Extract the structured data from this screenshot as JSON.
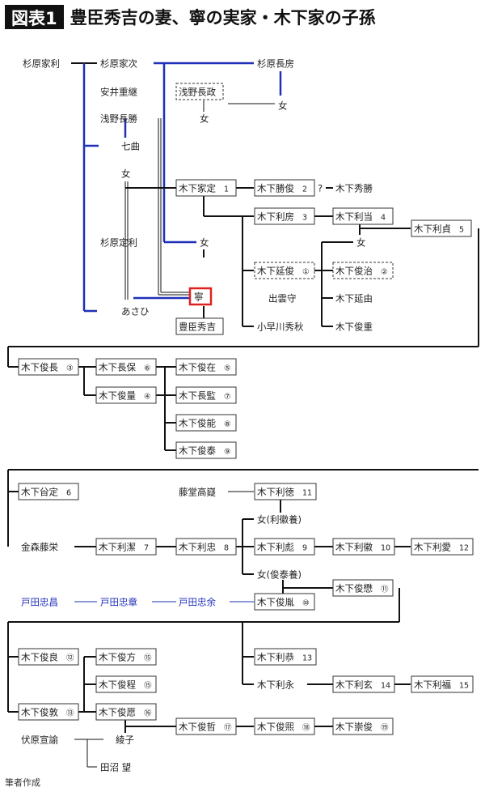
{
  "title": {
    "tag": "図表1",
    "text": "豊臣秀吉の妻、寧の実家・木下家の子孫"
  },
  "credit": "筆者作成",
  "colors": {
    "line": "#111111",
    "blue_line": "#1f2fb8",
    "blue_text": "#1f2fb8",
    "highlight": "#e02020",
    "box_border": "#333333"
  },
  "persons": [
    {
      "id": "p1",
      "name": "杉原家利",
      "num": ""
    },
    {
      "id": "p2",
      "name": "杉原家次",
      "num": ""
    },
    {
      "id": "p3",
      "name": "杉原長房",
      "num": ""
    },
    {
      "id": "p4",
      "name": "安井重継",
      "num": ""
    },
    {
      "id": "p5",
      "name": "浅野長政",
      "num": ""
    },
    {
      "id": "p6",
      "name": "女",
      "num": ""
    },
    {
      "id": "p7",
      "name": "浅野長勝",
      "num": ""
    },
    {
      "id": "p8",
      "name": "女",
      "num": ""
    },
    {
      "id": "p9",
      "name": "七曲",
      "num": ""
    },
    {
      "id": "p10",
      "name": "女",
      "num": ""
    },
    {
      "id": "p11",
      "name": "木下家定",
      "num": "1"
    },
    {
      "id": "p12",
      "name": "木下勝俊",
      "num": "2"
    },
    {
      "id": "p13",
      "name": "木下秀勝",
      "num": ""
    },
    {
      "id": "p14",
      "name": "木下利房",
      "num": "3"
    },
    {
      "id": "p15",
      "name": "木下利当",
      "num": "4"
    },
    {
      "id": "p16",
      "name": "木下利貞",
      "num": "5"
    },
    {
      "id": "p17",
      "name": "杉原定利",
      "num": ""
    },
    {
      "id": "p18",
      "name": "女",
      "num": ""
    },
    {
      "id": "p19",
      "name": "女",
      "num": ""
    },
    {
      "id": "p20",
      "name": "木下延俊",
      "num": "①"
    },
    {
      "id": "p21",
      "name": "木下俊治",
      "num": "②"
    },
    {
      "id": "p22",
      "name": "出雲守",
      "num": ""
    },
    {
      "id": "p23",
      "name": "木下延由",
      "num": ""
    },
    {
      "id": "p24",
      "name": "寧",
      "num": ""
    },
    {
      "id": "p25",
      "name": "あさひ",
      "num": ""
    },
    {
      "id": "p26",
      "name": "豊臣秀吉",
      "num": ""
    },
    {
      "id": "p27",
      "name": "小早川秀秋",
      "num": ""
    },
    {
      "id": "p28",
      "name": "木下俊重",
      "num": ""
    },
    {
      "id": "p29",
      "name": "木下俊長",
      "num": "③"
    },
    {
      "id": "p30",
      "name": "木下長保",
      "num": "⑥"
    },
    {
      "id": "p31",
      "name": "木下俊在",
      "num": "⑤"
    },
    {
      "id": "p32",
      "name": "木下俊量",
      "num": "④"
    },
    {
      "id": "p33",
      "name": "木下長監",
      "num": "⑦"
    },
    {
      "id": "p34",
      "name": "木下俊能",
      "num": "⑧"
    },
    {
      "id": "p35",
      "name": "木下俊泰",
      "num": "⑨"
    },
    {
      "id": "p36",
      "name": "木下㒶定",
      "num": "6"
    },
    {
      "id": "p37",
      "name": "藤堂高嶷",
      "num": ""
    },
    {
      "id": "p38",
      "name": "木下利徳",
      "num": "11"
    },
    {
      "id": "p39",
      "name": "女(利徽養)",
      "num": ""
    },
    {
      "id": "p40",
      "name": "金森藤栄",
      "num": ""
    },
    {
      "id": "p41",
      "name": "木下利潔",
      "num": "7"
    },
    {
      "id": "p42",
      "name": "木下利忠",
      "num": "8"
    },
    {
      "id": "p43",
      "name": "木下利彪",
      "num": "9"
    },
    {
      "id": "p44",
      "name": "木下利徽",
      "num": "10"
    },
    {
      "id": "p45",
      "name": "木下利愛",
      "num": "12"
    },
    {
      "id": "p46",
      "name": "女(俊泰養)",
      "num": ""
    },
    {
      "id": "p47",
      "name": "木下俊懋",
      "num": "⑪"
    },
    {
      "id": "p48",
      "name": "戸田忠昌",
      "num": ""
    },
    {
      "id": "p49",
      "name": "戸田忠章",
      "num": ""
    },
    {
      "id": "p50",
      "name": "戸田忠余",
      "num": ""
    },
    {
      "id": "p51",
      "name": "木下俊胤",
      "num": "⑩"
    },
    {
      "id": "p52",
      "name": "木下俊良",
      "num": "⑫"
    },
    {
      "id": "p53",
      "name": "木下俊方",
      "num": "⑮"
    },
    {
      "id": "p54",
      "name": "木下利恭",
      "num": "13"
    },
    {
      "id": "p55",
      "name": "木下俊程",
      "num": "⑮"
    },
    {
      "id": "p56",
      "name": "木下利永",
      "num": ""
    },
    {
      "id": "p57",
      "name": "木下利玄",
      "num": "14"
    },
    {
      "id": "p58",
      "name": "木下利福",
      "num": "15"
    },
    {
      "id": "p59",
      "name": "木下俊敦",
      "num": "⑬"
    },
    {
      "id": "p60",
      "name": "木下俊愿",
      "num": "⑯"
    },
    {
      "id": "p61",
      "name": "木下俊哲",
      "num": "⑰"
    },
    {
      "id": "p62",
      "name": "木下俊煕",
      "num": "⑱"
    },
    {
      "id": "p63",
      "name": "木下崇俊",
      "num": "⑲"
    },
    {
      "id": "p64",
      "name": "伏原宣諭",
      "num": ""
    },
    {
      "id": "p65",
      "name": "綾子",
      "num": ""
    },
    {
      "id": "p66",
      "name": "田沼 望",
      "num": ""
    },
    {
      "id": "p67",
      "name": "?",
      "num": ""
    }
  ]
}
